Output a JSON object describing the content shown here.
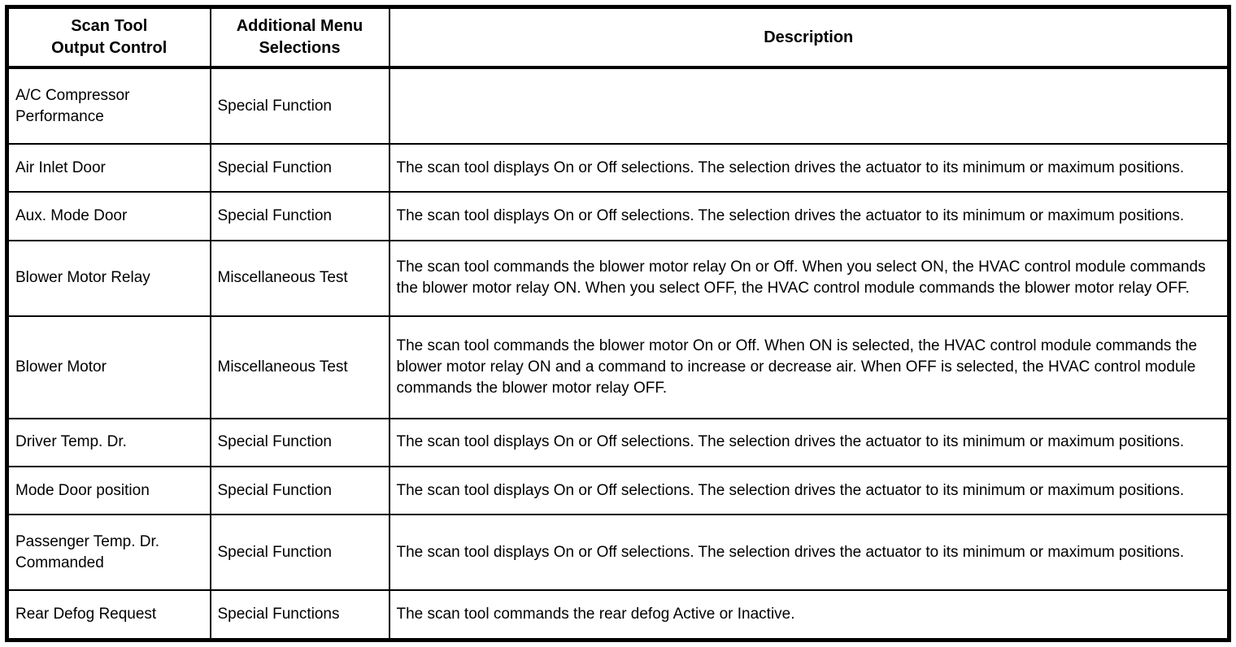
{
  "table": {
    "headers": [
      {
        "label": "Scan Tool\nOutput Control"
      },
      {
        "label": "Additional Menu\nSelections"
      },
      {
        "label": "Description"
      }
    ],
    "rows": [
      {
        "control": "A/C Compressor Performance",
        "menu": "Special Function",
        "description": ""
      },
      {
        "control": "Air Inlet Door",
        "menu": "Special Function",
        "description": "The scan tool displays On or Off selections. The selection drives the actuator to its minimum or maximum positions."
      },
      {
        "control": "Aux. Mode Door",
        "menu": "Special Function",
        "description": "The scan tool displays On or Off selections. The selection drives the actuator to its minimum or maximum positions."
      },
      {
        "control": "Blower Motor Relay",
        "menu": "Miscellaneous Test",
        "description": "The scan tool commands the blower motor relay On or Off. When you select ON, the HVAC control module commands the blower motor relay ON. When you select OFF, the HVAC control module commands the blower motor relay OFF."
      },
      {
        "control": "Blower Motor",
        "menu": "Miscellaneous Test",
        "description": "The scan tool commands the blower motor On or Off. When ON is selected, the HVAC control module commands the blower motor relay ON and a command to increase or decrease air. When OFF is selected, the HVAC control module commands the blower motor relay OFF."
      },
      {
        "control": "Driver Temp. Dr.",
        "menu": "Special Function",
        "description": "The scan tool displays On or Off selections. The selection drives the actuator to its minimum or maximum positions."
      },
      {
        "control": "Mode Door position",
        "menu": "Special Function",
        "description": "The scan tool displays On or Off selections. The selection drives the actuator to its minimum or maximum positions."
      },
      {
        "control": "Passenger Temp. Dr. Commanded",
        "menu": "Special Function",
        "description": "The scan tool displays On or Off selections. The selection drives the actuator to its minimum or maximum positions."
      },
      {
        "control": "Rear Defog Request",
        "menu": "Special Functions",
        "description": "The scan tool commands the rear defog Active or Inactive."
      }
    ]
  }
}
